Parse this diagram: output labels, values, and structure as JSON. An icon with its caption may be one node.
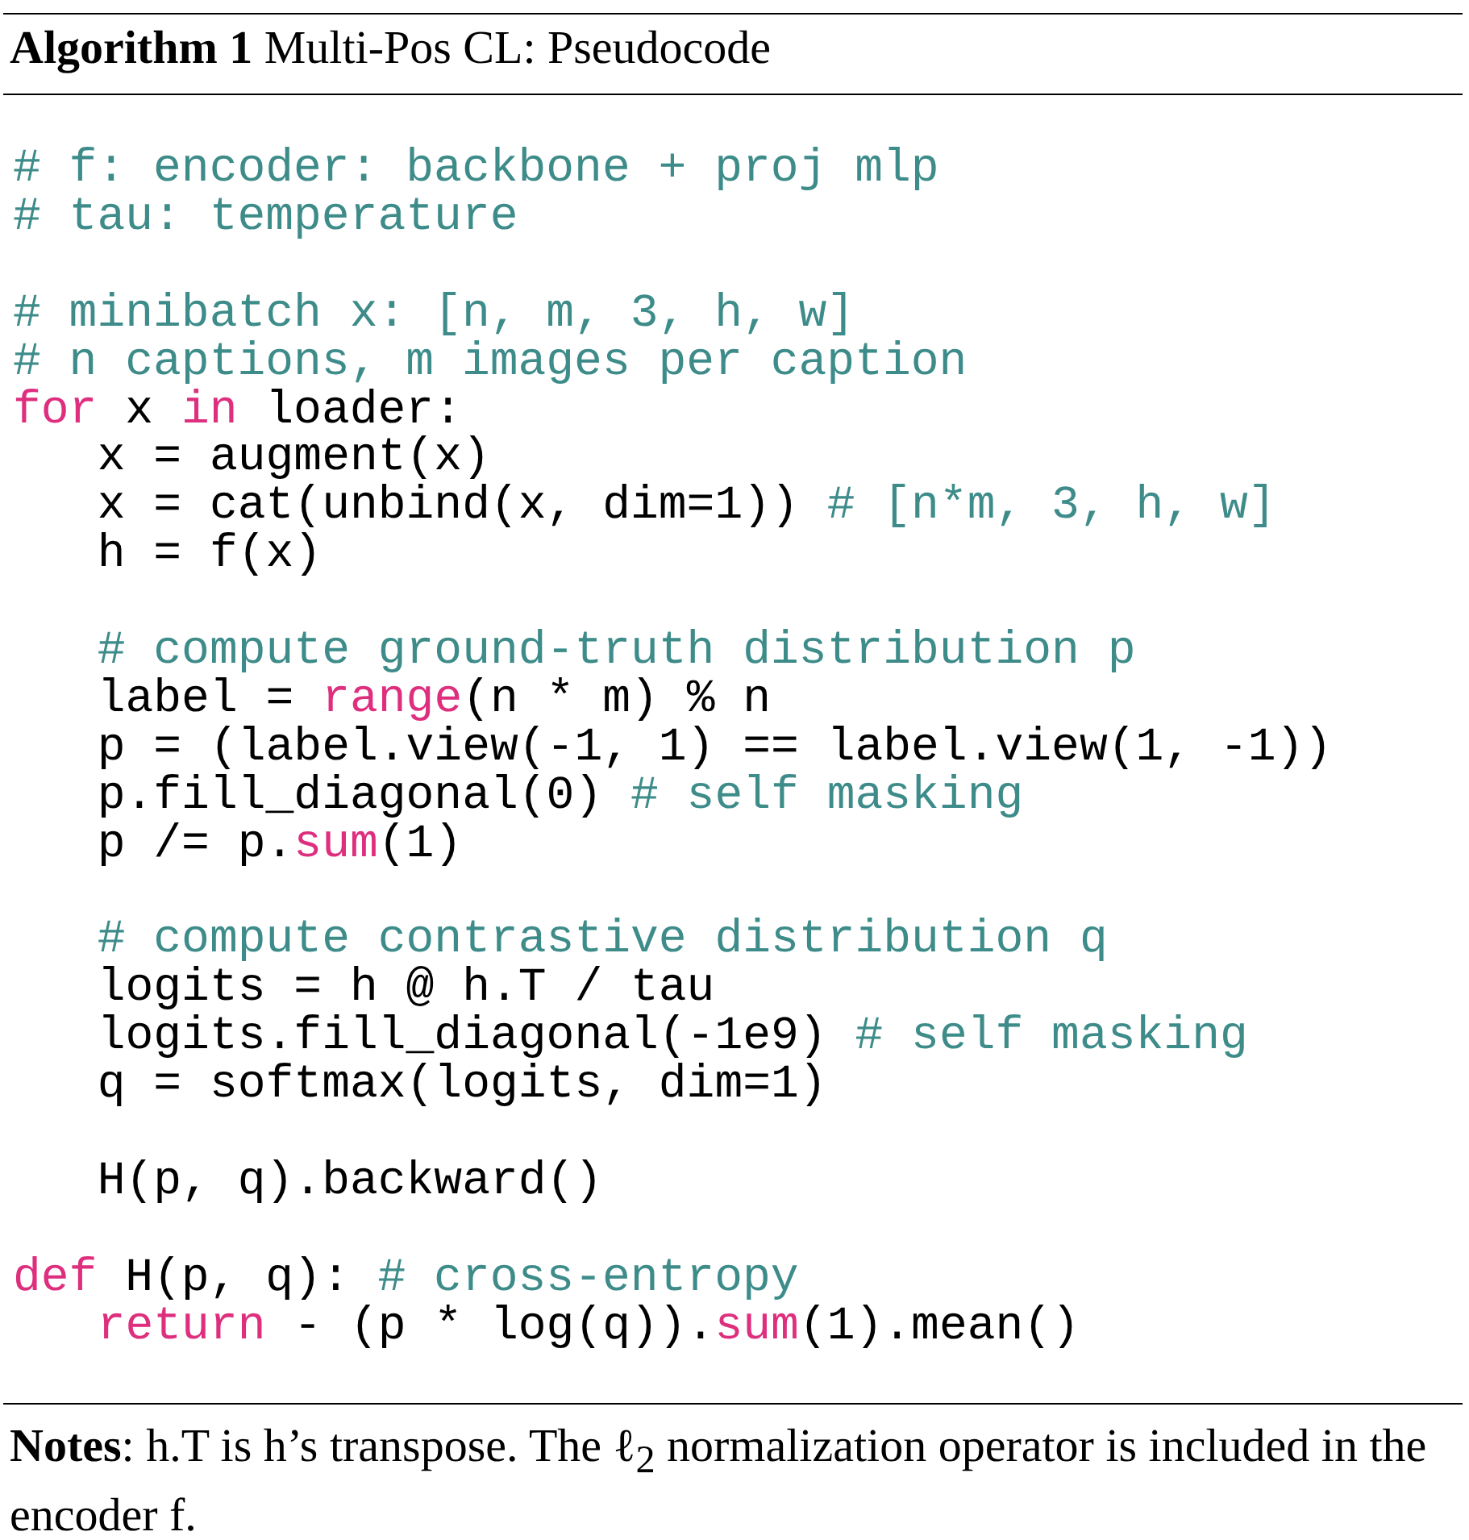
{
  "diagram": {
    "title": "**Algorithm 1** Multi-Pos CL: Pseudocode",
    "labels": [
      "# f: encoder: backbone + proj mlp",
      "# tau: temperature",
      "# minibatch x: [n, m, 3, h, w]",
      "# n captions, m images per caption",
      "for x in loader:",
      "x = augment(x)",
      "x = cat(unbind(x, dim=1)) # [n*m, 3, h, w]",
      "h = f(x)",
      "# compute ground-truth distribution p",
      "label = range(n * m) % n",
      "p = (label.view(-1, 1) == label.view(1, -1))",
      "p.fill_diagonal(0) # self masking",
      "p /= p.sum(1)",
      "# compute contrastive distribution q",
      "logits = h @ h.T / tau",
      "logits.fill_diagonal(-1e9) # self masking",
      "q = softmax(logits, dim=1)",
      "H(p, q).backward()",
      "def H(p, q): # cross-entropy",
      "return - (p * log(q)).sum(1).mean()",
      "**Notes**: h.T is h’s transpose. The ℓ$_{2}$ normalization operator is included in the encoder f."
    ]
  }
}
